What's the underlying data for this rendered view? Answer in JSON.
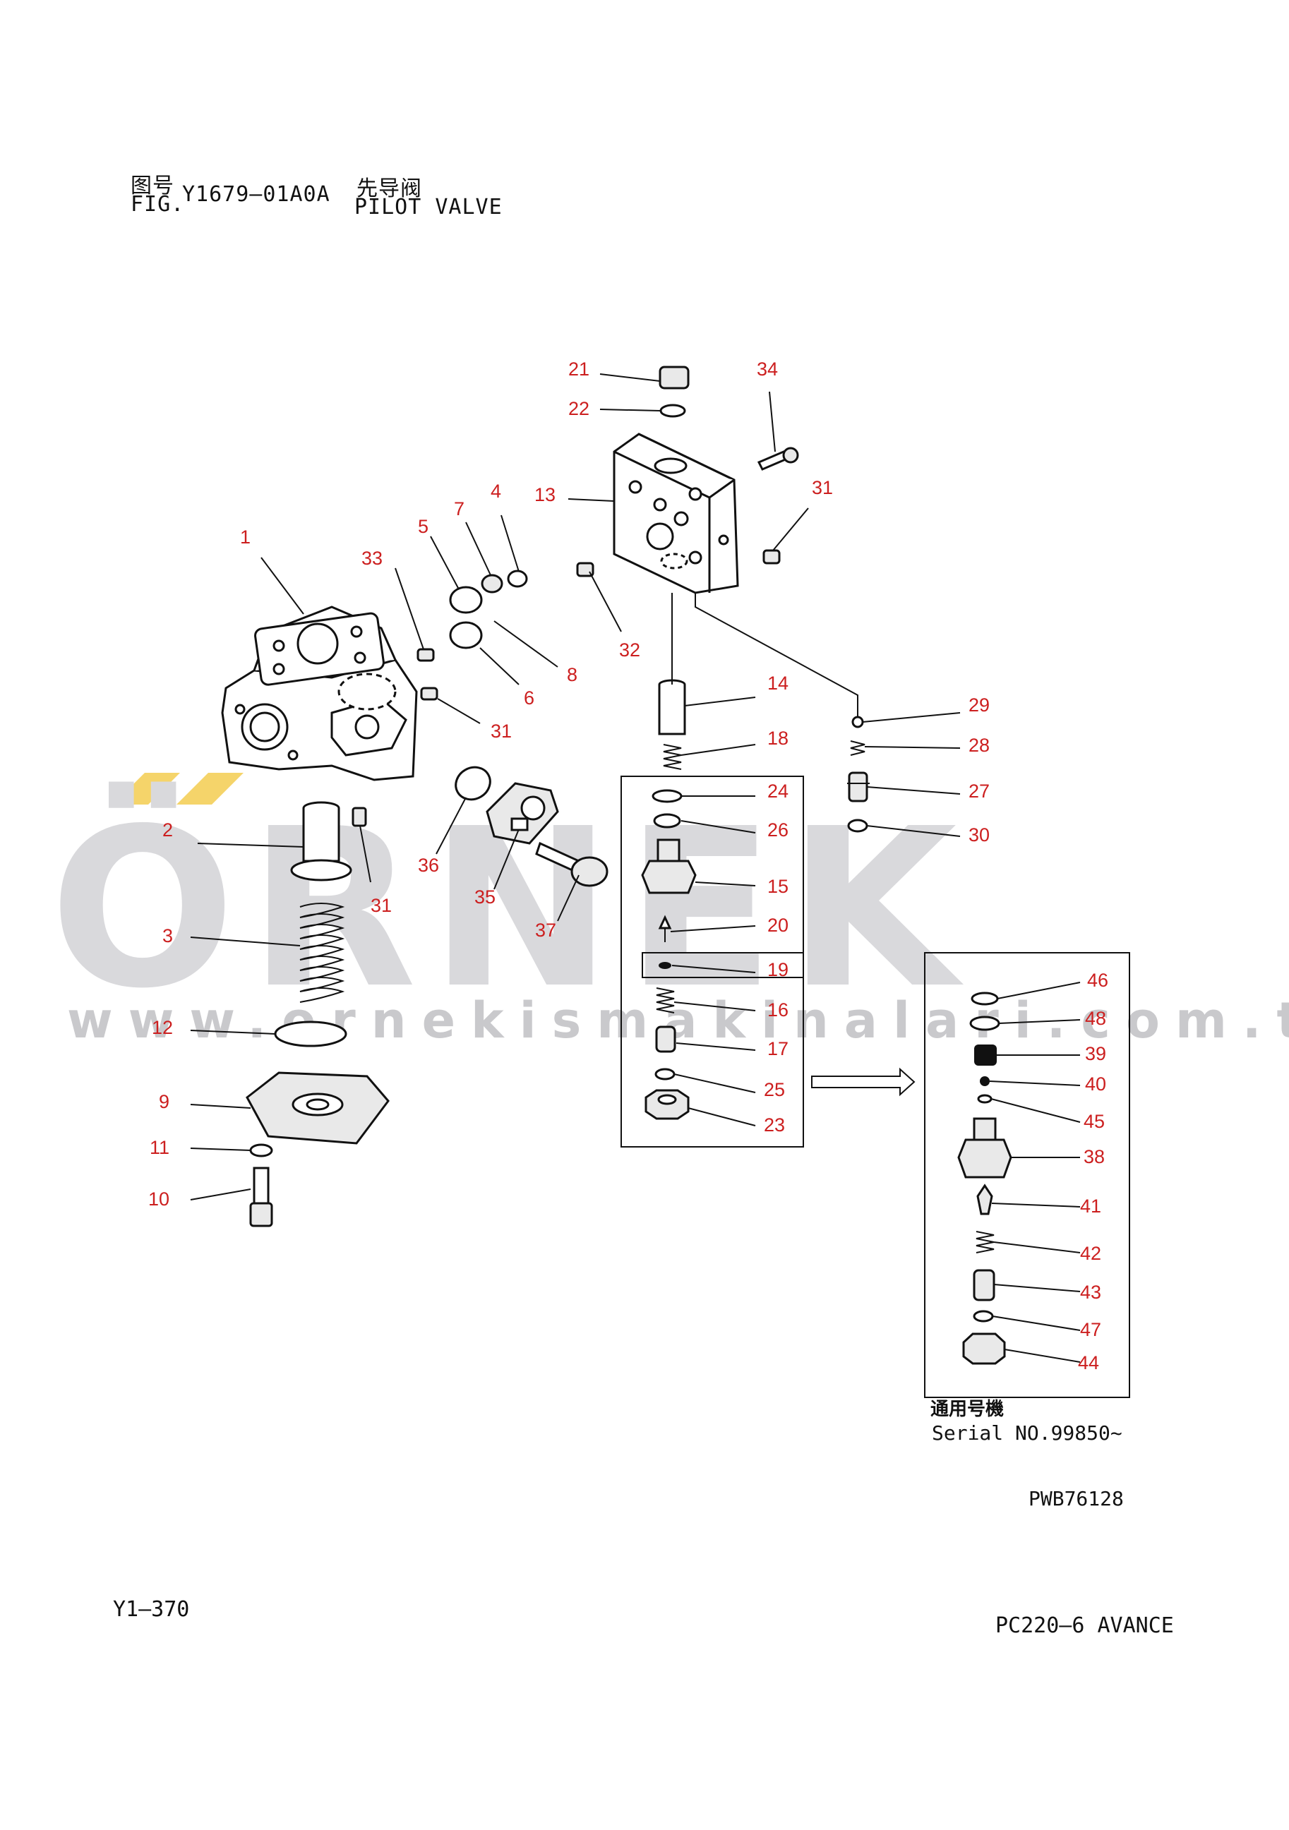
{
  "header": {
    "fig_label_cn": "图号",
    "fig_label": "FIG.",
    "fig_number": "Y1679—01A0A",
    "title_cn": "先导阀",
    "title": "PILOT VALVE"
  },
  "watermark": {
    "brand": "ÖRNEK",
    "url": "www.ornekismakinalari.com.tr",
    "accent": "#f5d46a",
    "gray": "#d9d9dc"
  },
  "inset": {
    "applicability_cn": "通用号機",
    "serial_text": "Serial NO.99850~"
  },
  "footer": {
    "drawing_code": "PWB76128",
    "page_ref": "Y1—370",
    "model": "PC220—6 AVANCE"
  },
  "label_color": "#cc1f1f",
  "callouts": [
    "1",
    "2",
    "3",
    "4",
    "5",
    "6",
    "7",
    "8",
    "9",
    "10",
    "11",
    "12",
    "13",
    "14",
    "15",
    "16",
    "17",
    "18",
    "19",
    "20",
    "21",
    "22",
    "23",
    "24",
    "25",
    "26",
    "27",
    "28",
    "29",
    "30",
    "31",
    "31",
    "31",
    "32",
    "33",
    "34",
    "35",
    "36",
    "37",
    "38",
    "39",
    "40",
    "41",
    "42",
    "43",
    "44",
    "45",
    "46",
    "47",
    "48"
  ]
}
